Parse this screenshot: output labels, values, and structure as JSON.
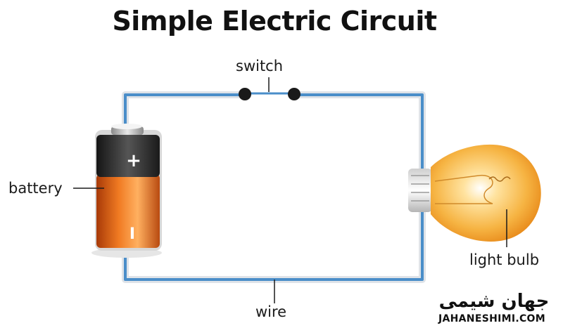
{
  "title": "Simple Electric Circuit",
  "labels": {
    "switch": "switch",
    "battery": "battery",
    "wire": "wire",
    "bulb": "light bulb",
    "plus": "+",
    "minus": "I"
  },
  "watermark": {
    "persian": "جهان شیمی",
    "latin": "JAHANESHIMI.COM"
  },
  "colors": {
    "wire": "#4a8ec9",
    "battery_top": "#333333",
    "battery_body": "#e8641a",
    "bulb_glow": "#f7b733"
  }
}
